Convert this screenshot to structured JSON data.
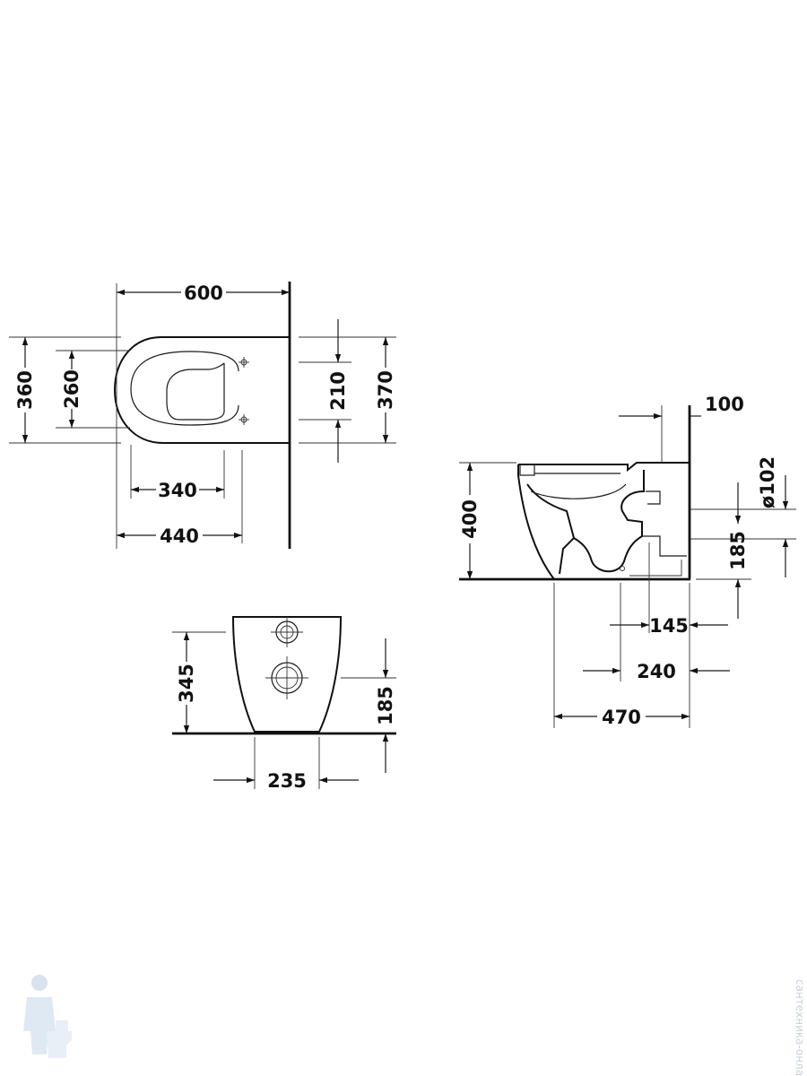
{
  "diagram": {
    "top_view": {
      "width": "600",
      "depth_total": "360",
      "depth_inner": "260",
      "fix_spacing": "210",
      "depth_wall": "370",
      "len_340": "340",
      "len_440": "440"
    },
    "side_view": {
      "height": "400",
      "wall_offset": "100",
      "outlet_diameter": "ø102",
      "outlet_height": "185",
      "dist_145": "145",
      "dist_240": "240",
      "length": "470"
    },
    "rear_view": {
      "height": "345",
      "outlet_height": "185",
      "base_width": "235"
    }
  },
  "watermark": {
    "text": "сантехника-онлайн.рф"
  },
  "colors": {
    "line": "#111111",
    "background": "#ffffff",
    "watermark": "#c7d3dd"
  }
}
